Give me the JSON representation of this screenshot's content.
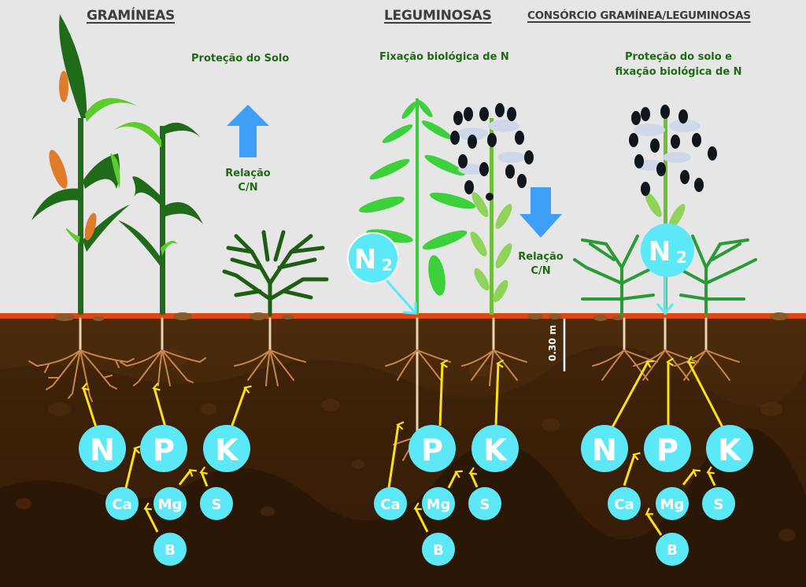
{
  "colors": {
    "background": "#e6e6e6",
    "soil_top_stripe": "#e0460f",
    "soil_dark": "#2f1a08",
    "soil_mid": "#4a2a0c",
    "nutrient_bubble": "#5de8f7",
    "arrow_yellow": "#ffe10a",
    "cn_arrow_blue": "#3f9ef5",
    "text_green": "#1e6a12",
    "title_gray": "#3d3d3d",
    "root_color": "#c9864a"
  },
  "sections": [
    {
      "id": "gramineas",
      "title": "GRAMÍNEAS",
      "subtitle_lines": [
        "Proteção do Solo"
      ],
      "cn_label": [
        "Relação",
        "C/N"
      ],
      "cn_direction": "up",
      "nutrients_main": [
        "N",
        "P",
        "K"
      ],
      "nutrients_secondary": [
        "Ca",
        "Mg",
        "S"
      ],
      "nutrients_micro": [
        "B"
      ]
    },
    {
      "id": "leguminosas",
      "title": "LEGUMINOSAS",
      "subtitle_lines": [
        "Fixação biológica de N"
      ],
      "cn_label": [
        "Relação",
        "C/N"
      ],
      "cn_direction": "down",
      "n2_label": "N",
      "n2_subscript": "2",
      "nutrients_main": [
        "P",
        "K"
      ],
      "nutrients_secondary": [
        "Ca",
        "Mg",
        "S"
      ],
      "nutrients_micro": [
        "B"
      ]
    },
    {
      "id": "consorcio",
      "title": "CONSÓRCIO GRAMÍNEA/LEGUMINOSAS",
      "subtitle_lines": [
        "Proteção do solo e",
        "fixação biológica de N"
      ],
      "n2_label": "N",
      "n2_subscript": "2",
      "nutrients_main": [
        "N",
        "P",
        "K"
      ],
      "nutrients_secondary": [
        "Ca",
        "Mg",
        "S"
      ],
      "nutrients_micro": [
        "B"
      ]
    }
  ],
  "depth_scale": {
    "label": "0.30 m"
  },
  "icons": {
    "corn_plant": "corn-plant-icon",
    "grass_bush": "grass-bush-icon",
    "legume_plant": "legume-plant-icon",
    "crotalaria_plant": "crotalaria-plant-icon",
    "roots": "roots-icon",
    "arrow_up": "arrow-up-icon",
    "arrow_down": "arrow-down-icon"
  }
}
